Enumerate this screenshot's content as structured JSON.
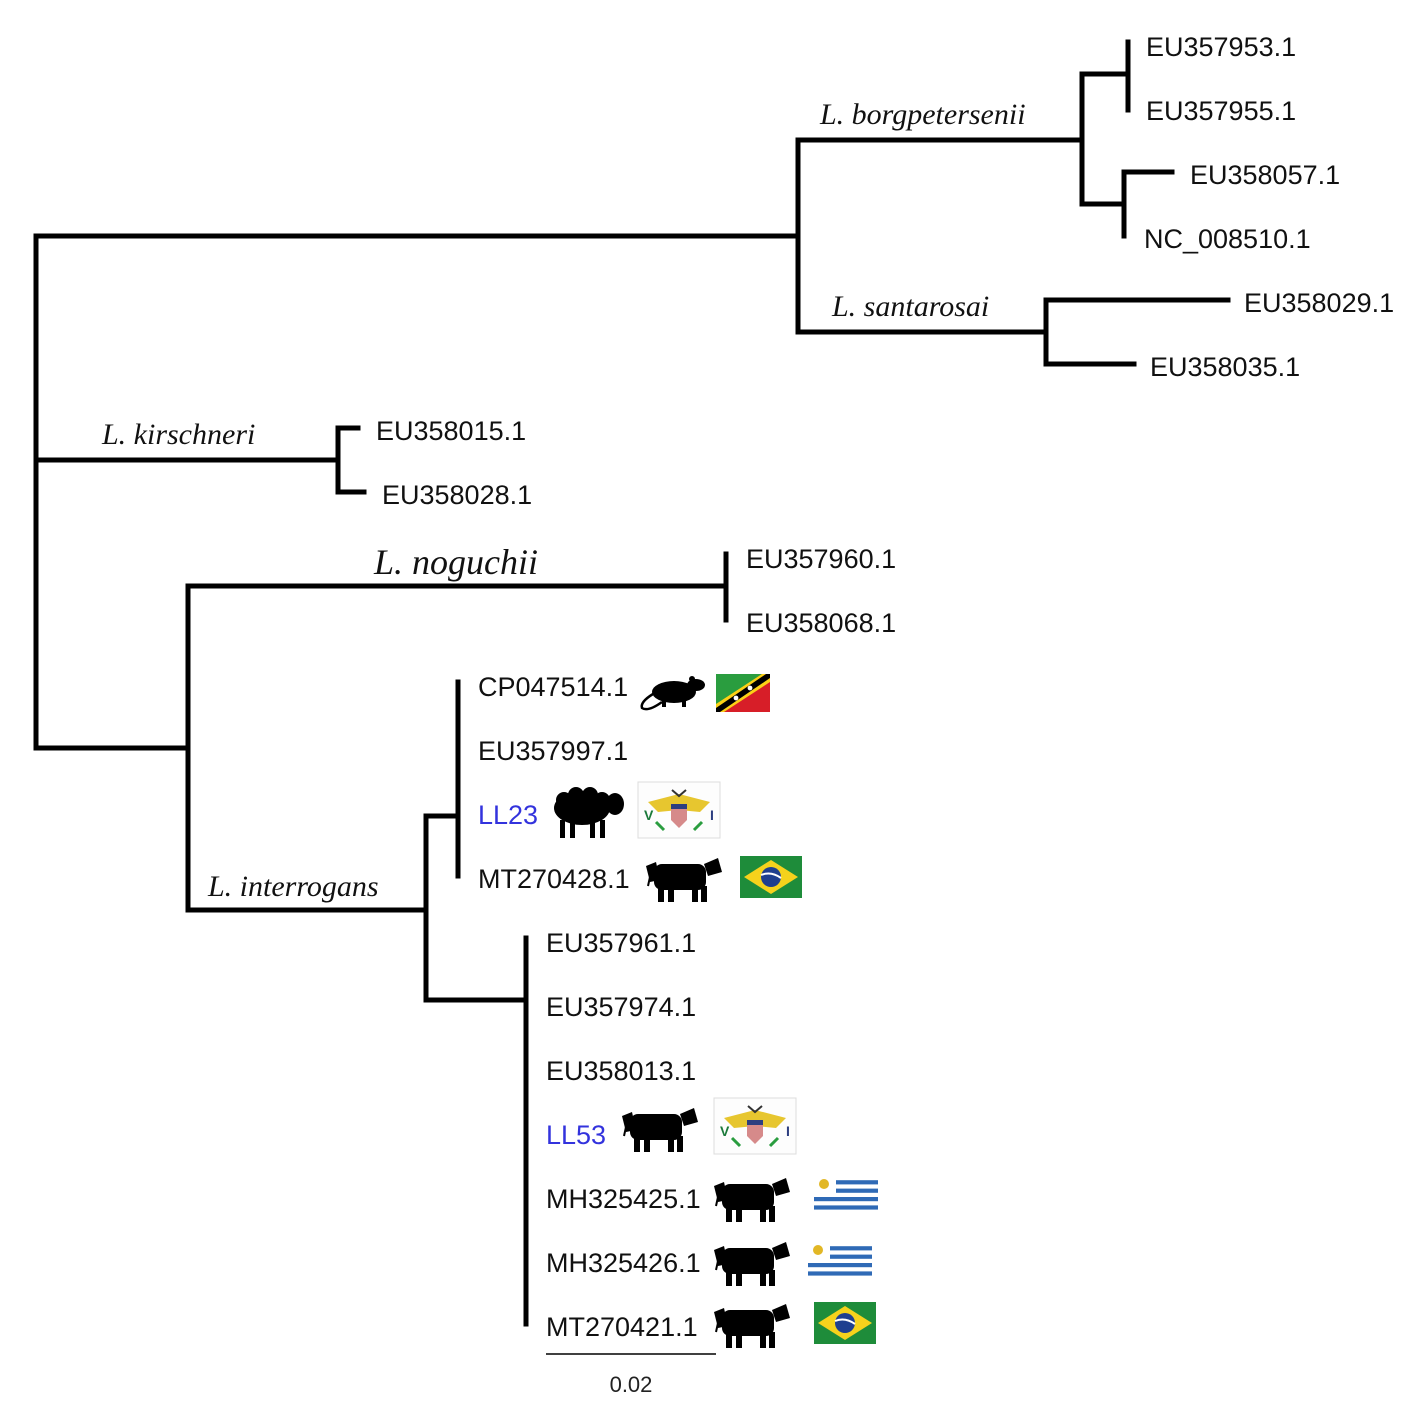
{
  "clades": {
    "borgpetersenii": "L. borgpetersenii",
    "santarosai": "L. santarosai",
    "kirschneri": "L. kirschneri",
    "noguchii": "L. noguchii",
    "interrogans": "L. interrogans"
  },
  "leaves": [
    {
      "id": "EU357953",
      "label": "EU357953.1"
    },
    {
      "id": "EU357955",
      "label": "EU357955.1"
    },
    {
      "id": "EU358057",
      "label": "EU358057.1"
    },
    {
      "id": "NC_008510",
      "label": "NC_008510.1"
    },
    {
      "id": "EU358029",
      "label": "EU358029.1"
    },
    {
      "id": "EU358035",
      "label": "EU358035.1"
    },
    {
      "id": "EU358015",
      "label": "EU358015.1"
    },
    {
      "id": "EU358028",
      "label": "EU358028.1"
    },
    {
      "id": "EU357960",
      "label": "EU357960.1"
    },
    {
      "id": "EU358068",
      "label": "EU358068.1"
    },
    {
      "id": "CP047514",
      "label": "CP047514.1",
      "host": "rat",
      "origin": "saint-kitts-and-nevis"
    },
    {
      "id": "EU357997",
      "label": "EU357997.1"
    },
    {
      "id": "LL23",
      "label": "LL23",
      "highlight": true,
      "host": "sheep",
      "origin": "us-virgin-islands"
    },
    {
      "id": "MT270428",
      "label": "MT270428.1",
      "host": "cow",
      "origin": "brazil"
    },
    {
      "id": "EU357961",
      "label": "EU357961.1"
    },
    {
      "id": "EU357974",
      "label": "EU357974.1"
    },
    {
      "id": "EU358013",
      "label": "EU358013.1"
    },
    {
      "id": "LL53",
      "label": "LL53",
      "highlight": true,
      "host": "cow",
      "origin": "us-virgin-islands"
    },
    {
      "id": "MH325425",
      "label": "MH325425.1",
      "host": "cow",
      "origin": "uruguay"
    },
    {
      "id": "MH325426",
      "label": "MH325426.1",
      "host": "cow",
      "origin": "uruguay"
    },
    {
      "id": "MT270421",
      "label": "MT270421.1",
      "host": "cow",
      "origin": "brazil"
    }
  ],
  "scale_bar": {
    "label": "0.02",
    "value": 0.02
  },
  "colors": {
    "branch": "#000000",
    "highlight_label": "#3333dd"
  }
}
